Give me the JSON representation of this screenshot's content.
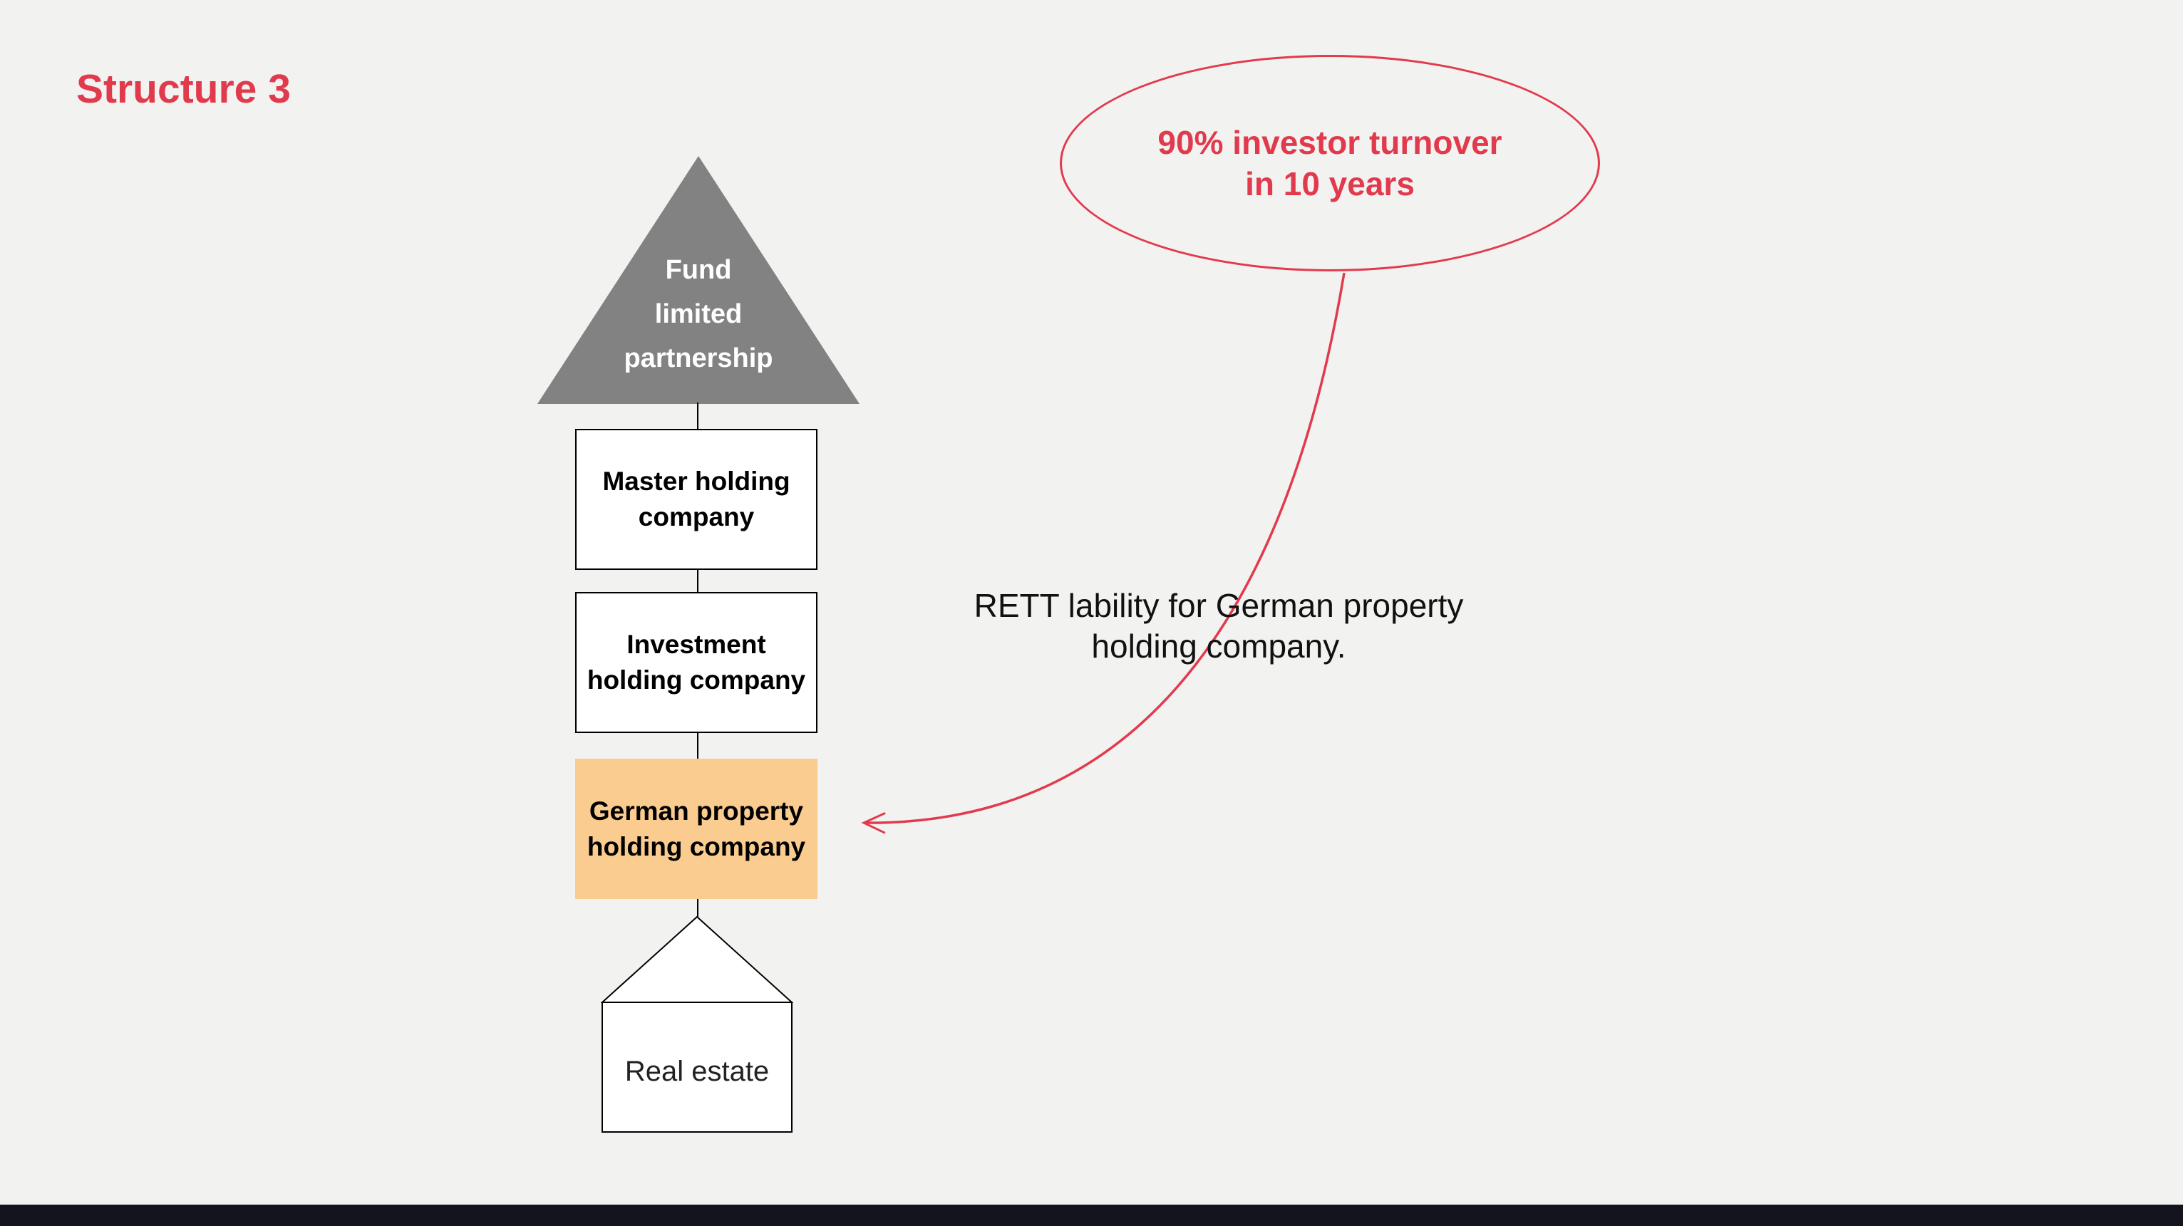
{
  "page": {
    "title": "Structure 3",
    "colors": {
      "background": "#f2f2f1",
      "accent_red": "#e23a4d",
      "box_orange": "#fbcc8f",
      "triangle_gray": "#828282",
      "footer_bar": "#14141e"
    }
  },
  "diagram": {
    "triangle": {
      "lines": [
        "Fund",
        "limited",
        "partnership"
      ]
    },
    "box_master": {
      "lines": [
        "Master holding",
        "company"
      ]
    },
    "box_investment": {
      "lines": [
        "Investment",
        "holding company"
      ]
    },
    "box_german": {
      "lines": [
        "German property",
        "holding company"
      ]
    },
    "real_estate": {
      "label": "Real estate"
    }
  },
  "annotations": {
    "bubble": {
      "lines": [
        "90% investor turnover",
        "in 10 years"
      ]
    },
    "note": {
      "lines": [
        "RETT lability for German property",
        "holding company."
      ]
    }
  }
}
